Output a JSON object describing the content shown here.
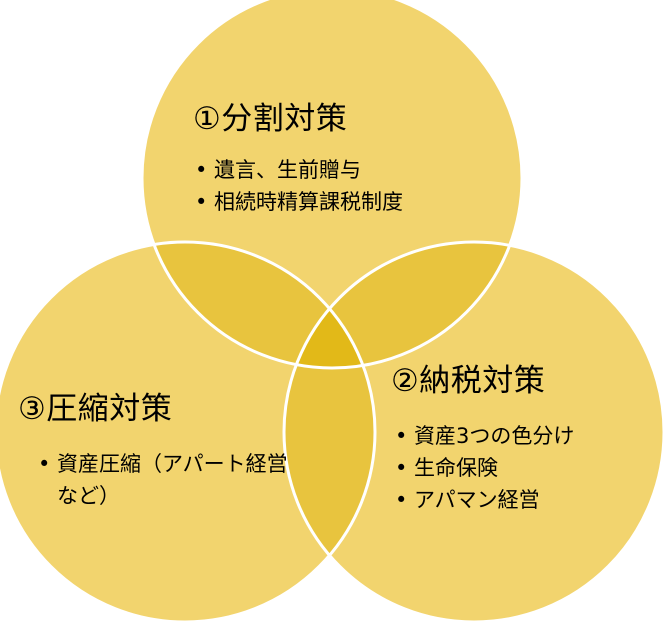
{
  "colors": {
    "circle_fill": "#F2D46E",
    "overlap_pair": "#E8C43E",
    "overlap_center": "#E2B918",
    "circle_stroke": "#FFFFFF"
  },
  "circles": {
    "top": {
      "title": "①分割対策",
      "items": [
        "遺言、生前贈与",
        "相続時精算課税制度"
      ]
    },
    "right": {
      "title": "②納税対策",
      "items": [
        "資産3つの色分け",
        "生命保険",
        "アパマン経営"
      ]
    },
    "left": {
      "title": "③圧縮対策",
      "items": [
        "資産圧縮（アパート経営など）"
      ]
    }
  }
}
